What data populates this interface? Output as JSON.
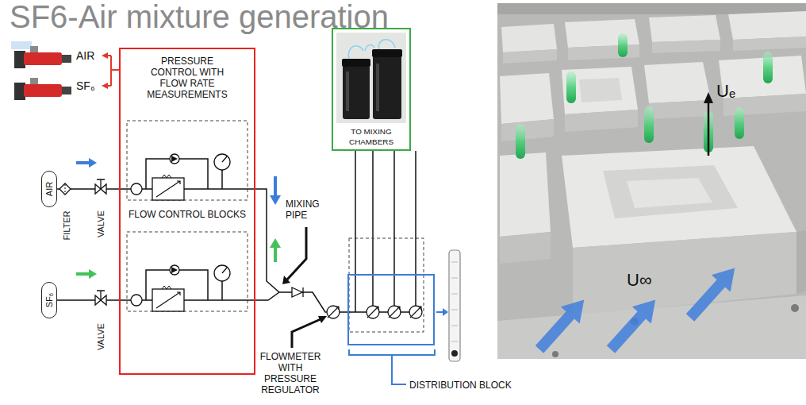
{
  "diagram": {
    "title": "SF6-Air mixture generation",
    "nodes": [
      {
        "text": [
          "PRESSURE CONTROL WITH FLOW RATE MEASUREMENTS"
        ]
      },
      {
        "text": [
          "AIR"
        ]
      },
      {
        "text": [
          "SF₆"
        ]
      },
      {
        "text": [
          "TO MIXING CHAMBERS"
        ]
      },
      {
        "text": [
          "DISTRIBUTION BLOCK"
        ]
      }
    ],
    "edges": [
      {
        "from": 1,
        "to": 0,
        "arrow": "none"
      },
      {
        "from": 2,
        "to": 0,
        "arrow": "none"
      },
      {
        "from": 0,
        "to": 4,
        "arrow": "none"
      },
      {
        "from": 4,
        "to": 3,
        "arrow": "none"
      }
    ],
    "labels": [
      "AIR",
      "SF₆",
      "FLOW CONTROL BLOCKS",
      "FILTER",
      "VALVE",
      "VALVE",
      "MIXING PIPE",
      "FLOWMETER WITH PRESSURE REGULATOR",
      "Uₑ",
      "U∞"
    ]
  }
}
